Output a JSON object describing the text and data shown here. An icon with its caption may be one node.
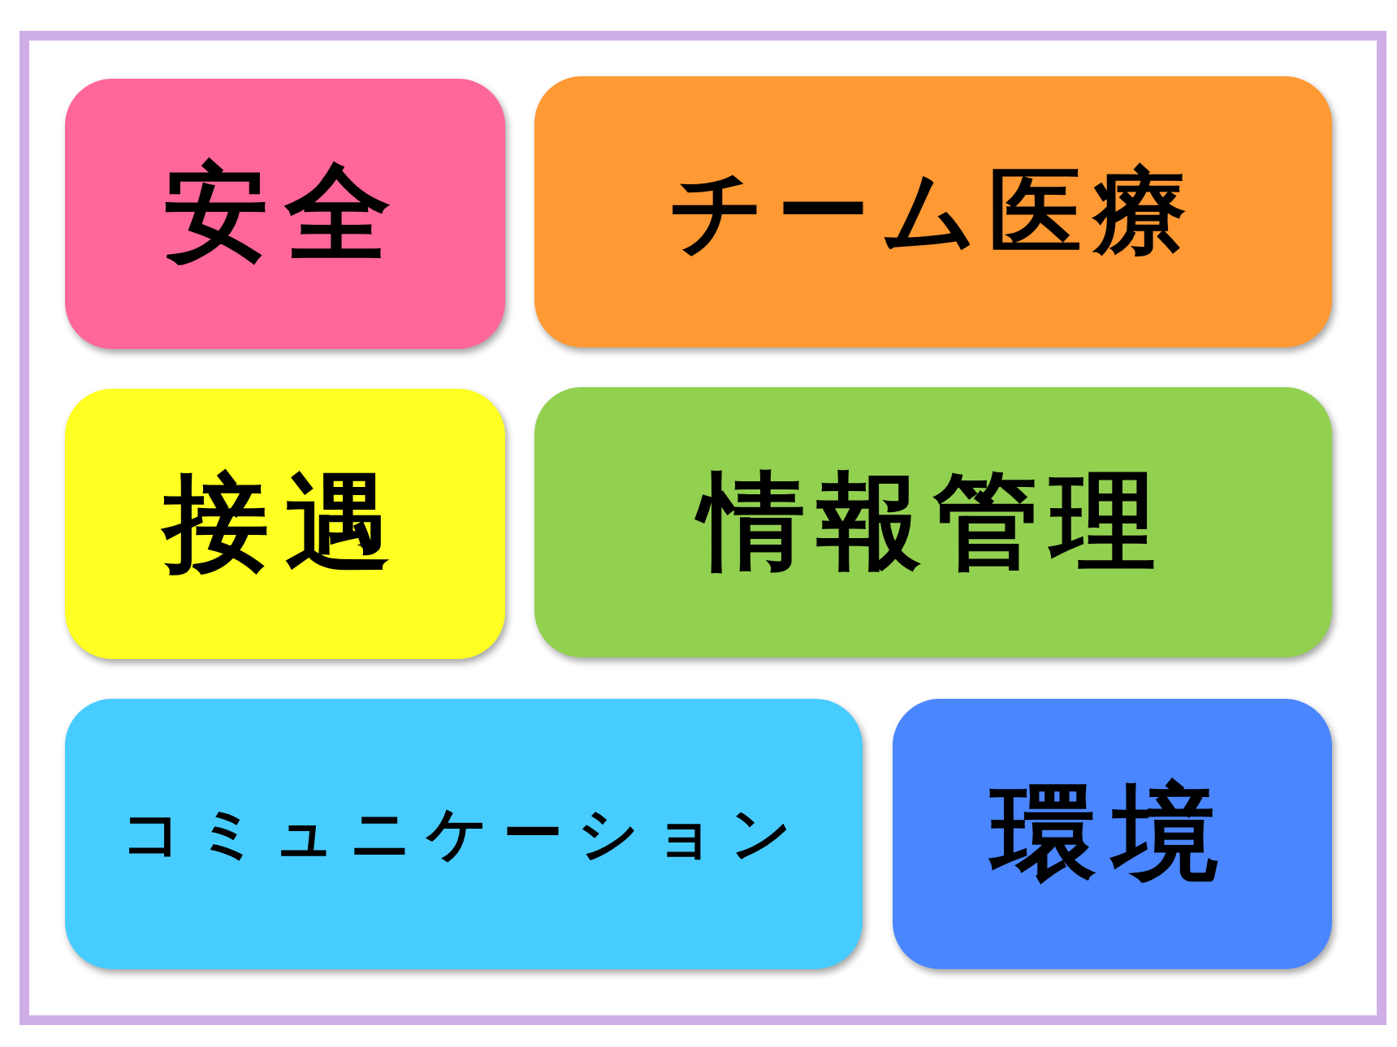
{
  "diagram": {
    "nodes": [
      {
        "text": [
          "安全"
        ]
      },
      {
        "text": [
          "チーム医療"
        ]
      },
      {
        "text": [
          "接遇"
        ]
      },
      {
        "text": [
          "情報管理"
        ]
      },
      {
        "text": [
          "コミュニケーション"
        ]
      },
      {
        "text": [
          "環境"
        ]
      }
    ]
  }
}
